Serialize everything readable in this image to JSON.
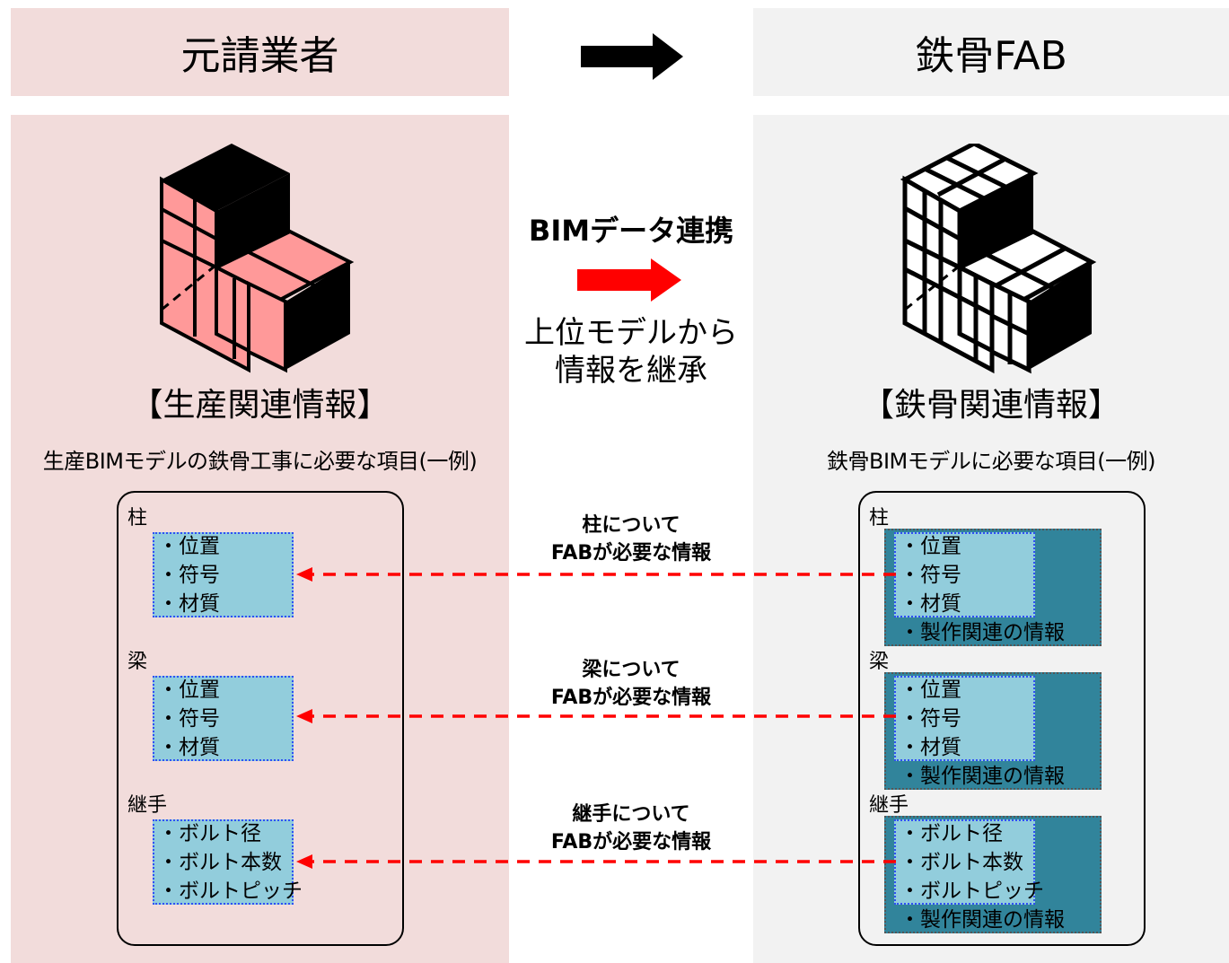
{
  "header": {
    "left_title": "元請業者",
    "right_title": "鉄骨FAB"
  },
  "center": {
    "title": "BIMデータ連携",
    "subtitle_line1": "上位モデルから",
    "subtitle_line2": "情報を継承"
  },
  "left_section": {
    "title": "【生産関連情報】",
    "subtitle": "生産BIMモデルの鉄骨工事に必要な項目(一例)"
  },
  "right_section": {
    "title": "【鉄骨関連情報】",
    "subtitle": "鉄骨BIMモデルに必要な項目(一例)"
  },
  "groups": [
    {
      "label": "柱",
      "items": [
        "・位置",
        "・符号",
        "・材質"
      ],
      "link_line1": "柱について",
      "link_line2": "FABが必要な情報",
      "extra": "・製作関連の情報"
    },
    {
      "label": "梁",
      "items": [
        "・位置",
        "・符号",
        "・材質"
      ],
      "link_line1": "梁について",
      "link_line2": "FABが必要な情報",
      "extra": "・製作関連の情報"
    },
    {
      "label": "継手",
      "items": [
        "・ボルト径",
        "・ボルト本数",
        "・ボルトピッチ"
      ],
      "link_line1": "継手について",
      "link_line2": "FABが必要な情報",
      "extra": "・製作関連の情報"
    }
  ],
  "colors": {
    "left_bg": "#f2dcdb",
    "right_bg": "#f2f2f2",
    "light_box": "#92cddc",
    "dark_box": "#31849b",
    "accent_red": "#ff0000",
    "model_red": "#ff9999"
  }
}
